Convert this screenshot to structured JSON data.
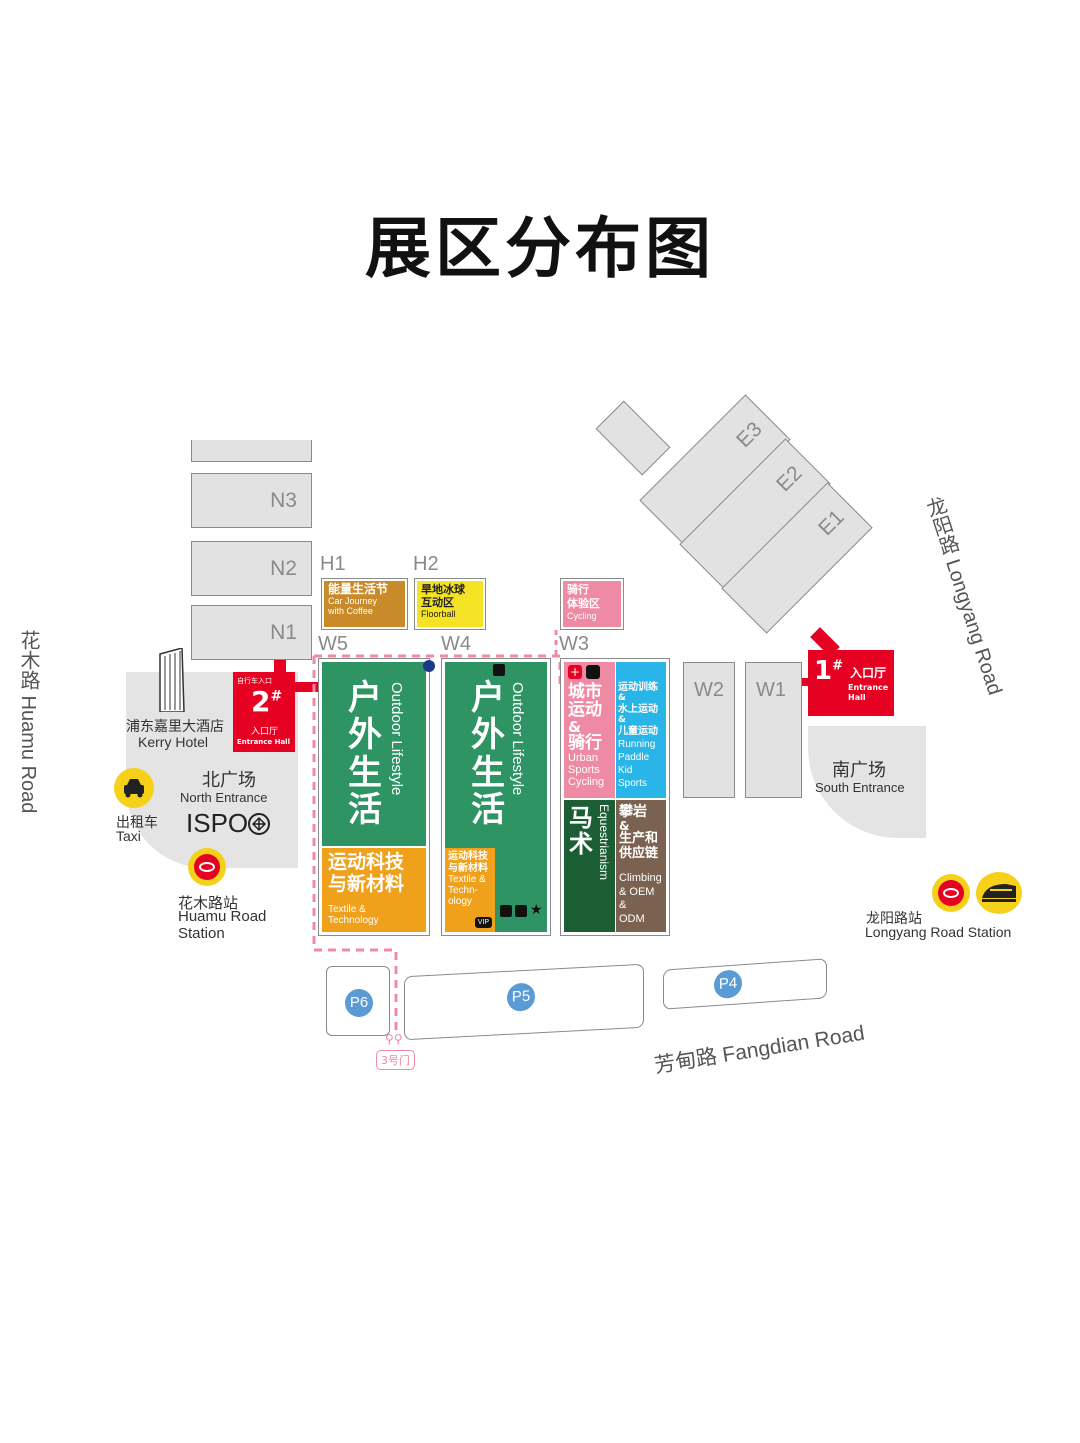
{
  "title": "展区分布图",
  "halls": {
    "n3": "N3",
    "n2": "N2",
    "n1": "N1",
    "w1": "W1",
    "w2": "W2",
    "w3": "W3",
    "w4": "W4",
    "w5": "W5",
    "h1": "H1",
    "h2": "H2",
    "e1": "E1",
    "e2": "E2",
    "e3": "E3"
  },
  "zones": {
    "h1_cn": "能量生活节",
    "h1_en1": "Car Journey",
    "h1_en2": "with Coffee",
    "h2_cn1": "旱地冰球",
    "h2_cn2": "互动区",
    "h2_en": "Floorball",
    "cycling_cn1": "骑行",
    "cycling_cn2": "体验区",
    "cycling_en": "Cycling",
    "w5_outdoor_cn": "户外生活",
    "w5_outdoor_en": "Outdoor Lifestyle",
    "w5_textile_cn1": "运动科技",
    "w5_textile_cn2": "与新材料",
    "w5_textile_en1": "Textile &",
    "w5_textile_en2": "Technology",
    "w4_outdoor_cn": "户外生活",
    "w4_outdoor_en": "Outdoor Lifestyle",
    "w4_textile_cn1": "运动科技",
    "w4_textile_cn2": "与新材料",
    "w4_textile_en1": "Textile &",
    "w4_textile_en2": "Techn-",
    "w4_textile_en3": "ology",
    "w4_vip": "VIP",
    "w3_urban_cn1": "城市",
    "w3_urban_cn2": "运动",
    "w3_urban_cn3": "&",
    "w3_urban_cn4": "骑行",
    "w3_urban_en1": "Urban",
    "w3_urban_en2": "Sports",
    "w3_urban_en3": "Cycling",
    "w3_run_cn1": "运动训练",
    "w3_run_cn2": "&",
    "w3_run_cn3": "水上运动",
    "w3_run_cn4": "&",
    "w3_run_cn5": "儿童运动",
    "w3_run_en1": "Running",
    "w3_run_en2": "Paddle",
    "w3_run_en3": "Kid Sports",
    "w3_equest_cn1": "马",
    "w3_equest_cn2": "术",
    "w3_equest_en": "Equestrianism",
    "w3_climb_cn1": "攀岩",
    "w3_climb_cn2": "&",
    "w3_climb_cn3": "生产和",
    "w3_climb_cn4": "供应链",
    "w3_climb_en1": "Climbing",
    "w3_climb_en2": "& OEM &",
    "w3_climb_en3": "ODM"
  },
  "entrances": {
    "e1_num": "1",
    "e1_cn": "入口厅",
    "e1_en1": "Entrance",
    "e1_en2": "Hall",
    "e2_top": "自行车入口",
    "e2_num": "2",
    "e2_cn": "入口厅",
    "e2_en": "Entrance Hall",
    "hash": "#",
    "gate3": "3号门"
  },
  "places": {
    "kerry_cn": "浦东嘉里大酒店",
    "kerry_en": "Kerry Hotel",
    "north_cn": "北广场",
    "north_en": "North Entrance",
    "ispo": "ISPO",
    "south_cn": "南广场",
    "south_en": "South Entrance",
    "taxi_cn": "出租车",
    "taxi_en": "Taxi",
    "huamu_station_cn": "花木路站",
    "huamu_station_en1": "Huamu Road",
    "huamu_station_en2": "Station",
    "longyang_station_cn": "龙阳路站",
    "longyang_station_en": "Longyang Road Station"
  },
  "roads": {
    "huamu": "花木路  Huamu Road",
    "longyang": "龙阳路  Longyang Road",
    "fangdian": "芳甸路 Fangdian Road"
  },
  "parking": {
    "p4": "P4",
    "p5": "P5",
    "p6": "P6"
  },
  "colors": {
    "outdoor_green": "#2e9464",
    "textile_orange": "#f0a11b",
    "urban_pink": "#ef8aa4",
    "running_blue": "#29b5e8",
    "equest_green": "#1b5e34",
    "climb_brown": "#7a6150",
    "h1_brown": "#c98a2a",
    "h2_yellow": "#f4e224",
    "entrance_red": "#e60022",
    "metro_yellow": "#f6d11a",
    "parking_blue": "#5b9bd5"
  },
  "icons": [
    "bicycle-icon",
    "taxi-icon",
    "metro-icon",
    "train-icon",
    "hotel-building-icon",
    "ispo-logo-icon",
    "first-aid-icon",
    "restroom-icon",
    "trophy-icon",
    "stage-icon",
    "star-icon",
    "info-icon"
  ]
}
